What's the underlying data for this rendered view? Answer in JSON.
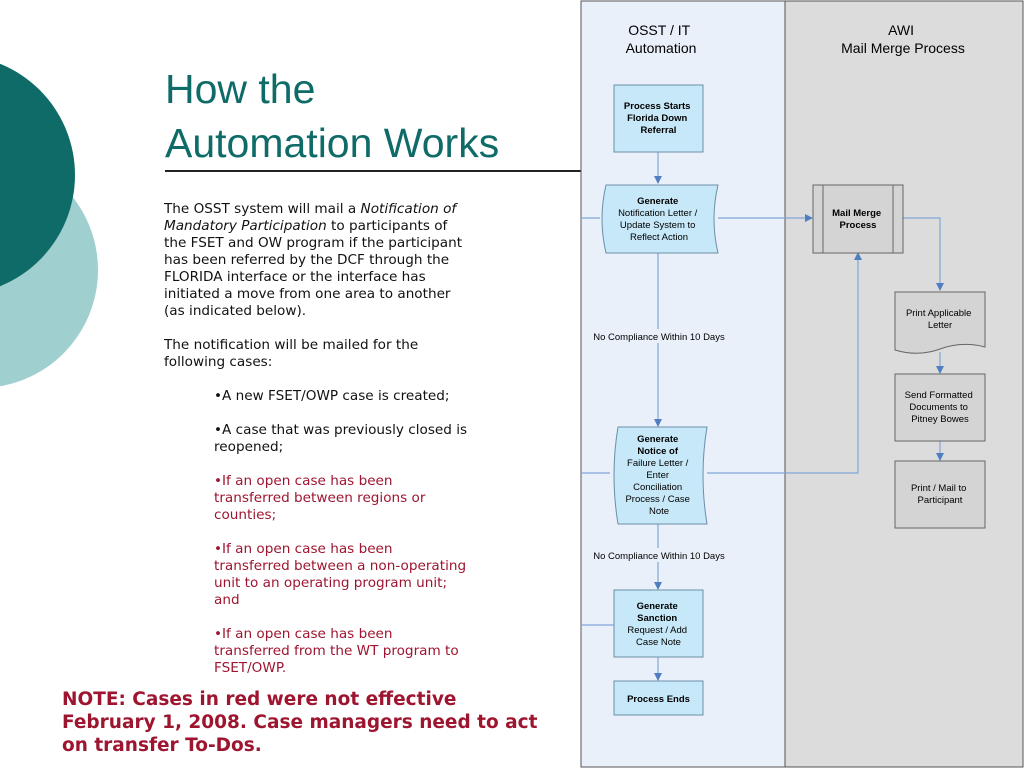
{
  "slide": {
    "title_line1": "How the",
    "title_line2": "Automation Works",
    "intro_before": "The OSST system will mail a ",
    "intro_italic": "Notification of Mandatory Participation",
    "intro_after": " to participants of the FSET and OW program if the participant has been referred by the DCF through the FLORIDA interface or the interface has initiated a move from one area to another (as indicated below).",
    "cases_intro": "The notification will be mailed for the following cases:",
    "bullets": [
      "•A new FSET/OWP case is created;",
      "•A case that was previously closed is reopened;",
      "•If an open case has been transferred between regions or counties;",
      "•If an open case has been transferred between a non-operating unit to an operating program unit; and",
      "•If an open case has been transferred from the WT program to FSET/OWP."
    ],
    "note": "NOTE: Cases in red were not effective February 1, 2008. Case managers need to act on transfer To-Dos.",
    "colors": {
      "teal": "#0f6b68",
      "light_teal": "#9fd0cf",
      "red": "#9e1530"
    }
  },
  "flowchart": {
    "lane_left": {
      "line1": "OSST / IT",
      "line2": "Automation"
    },
    "lane_right": {
      "line1": "AWI",
      "line2": "Mail Merge Process"
    },
    "process_starts": [
      "Process Starts",
      "Florida Down",
      "Referral"
    ],
    "generate_notification": [
      "Generate",
      "Notification Letter /",
      "Update System to",
      "Reflect Action"
    ],
    "mail_merge": [
      "Mail Merge",
      "Process"
    ],
    "print_letter": [
      "Print Applicable",
      "Letter"
    ],
    "send_formatted": [
      "Send Formatted",
      "Documents to",
      "Pitney Bowes"
    ],
    "print_mail": [
      "Print / Mail to",
      "Participant"
    ],
    "no_compliance_1": "No Compliance Within 10 Days",
    "generate_failure": [
      "Generate",
      "Notice of",
      "Failure Letter /",
      "Enter",
      "Conciliation",
      "Process / Case",
      "Note"
    ],
    "no_compliance_2": "No Compliance Within 10 Days",
    "generate_sanction": [
      "Generate",
      "Sanction",
      "Request / Add",
      "Case Note"
    ],
    "process_ends": "Process Ends",
    "colors": {
      "box": "#c7e8f8",
      "box_border": "#6b8fa8",
      "gray_box": "#d4d4d4",
      "lane_left": "#eaf0fa",
      "lane_right": "#dcdcdc",
      "arrow": "#4f7fc0"
    }
  }
}
